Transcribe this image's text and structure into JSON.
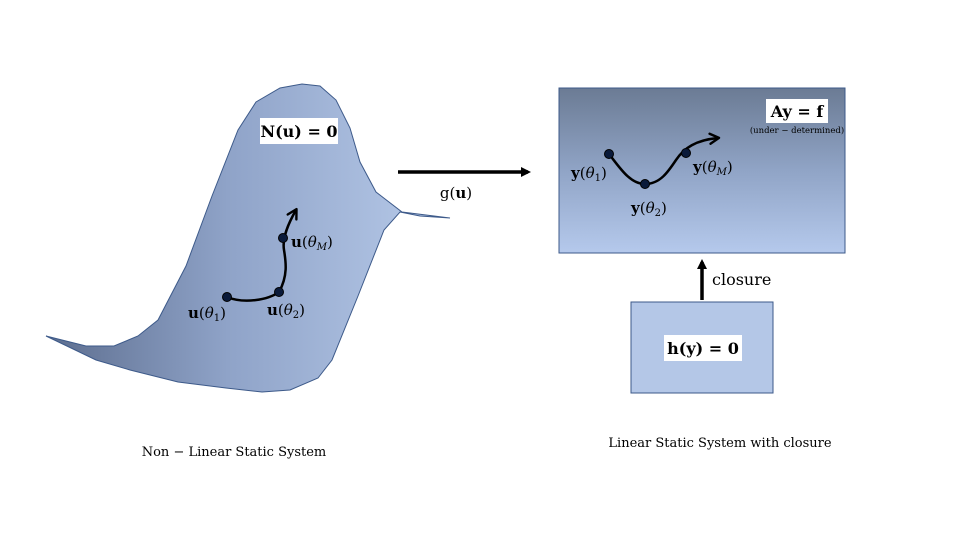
{
  "left": {
    "equation": "N(u) = 0",
    "points": {
      "u1": "u(θ1)",
      "u2": "u(θ2)",
      "uM": "u(θM)"
    },
    "caption": "Non − Linear Static System"
  },
  "mapping": {
    "label": "g(u)"
  },
  "right": {
    "equation": "Ay = f",
    "equation_note": "(under − determined)",
    "points": {
      "y1": "y(θ1)",
      "y2": "y(θ2)",
      "yM": "y(θM)"
    },
    "closure_label": "closure",
    "closure_equation": "h(y) = 0",
    "caption": "Linear Static System with closure"
  },
  "colors": {
    "manifold_dark": "#6b7ea3",
    "manifold_light": "#b4c6e7",
    "manifold_stroke": "#3d5a8a",
    "box_top": "#6e7e98",
    "box_bottom": "#b2c6ea",
    "closure_box": "#b4c7e7"
  }
}
